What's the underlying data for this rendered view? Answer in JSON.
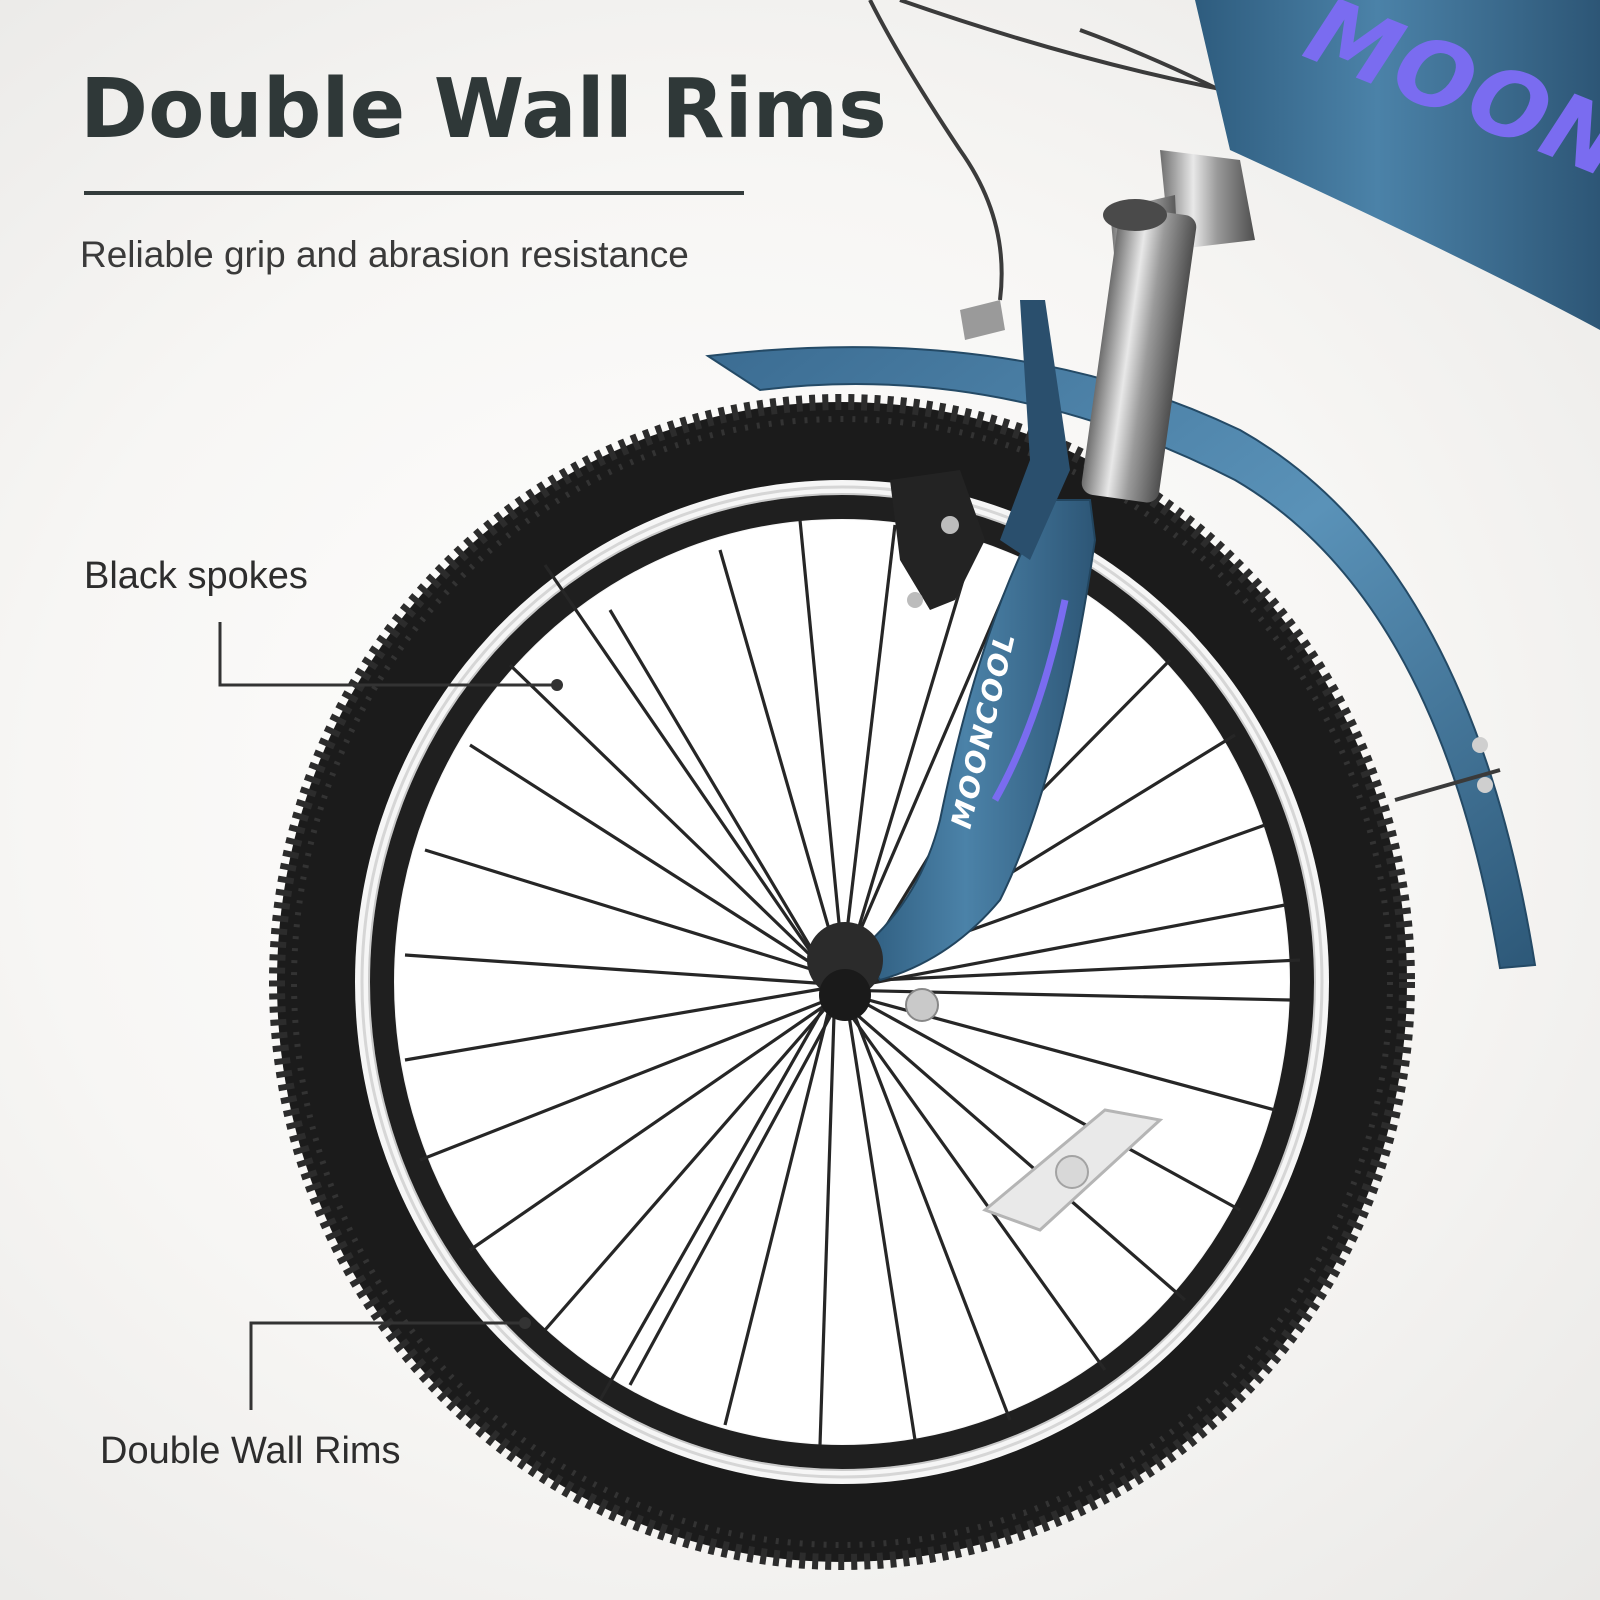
{
  "header": {
    "title": "Double Wall Rims",
    "subtitle": "Reliable grip and abrasion resistance"
  },
  "callouts": {
    "spokes_label": "Black spokes",
    "rims_label": "Double Wall Rims"
  },
  "brand": {
    "fork_text": "MOONCOOL",
    "frame_text": "MOONCO"
  },
  "colors": {
    "title_text": "#2f3838",
    "frame_blue": "#3d6f92",
    "logo_purple": "#7a6cf0",
    "tire_black": "#1b1b1b"
  }
}
